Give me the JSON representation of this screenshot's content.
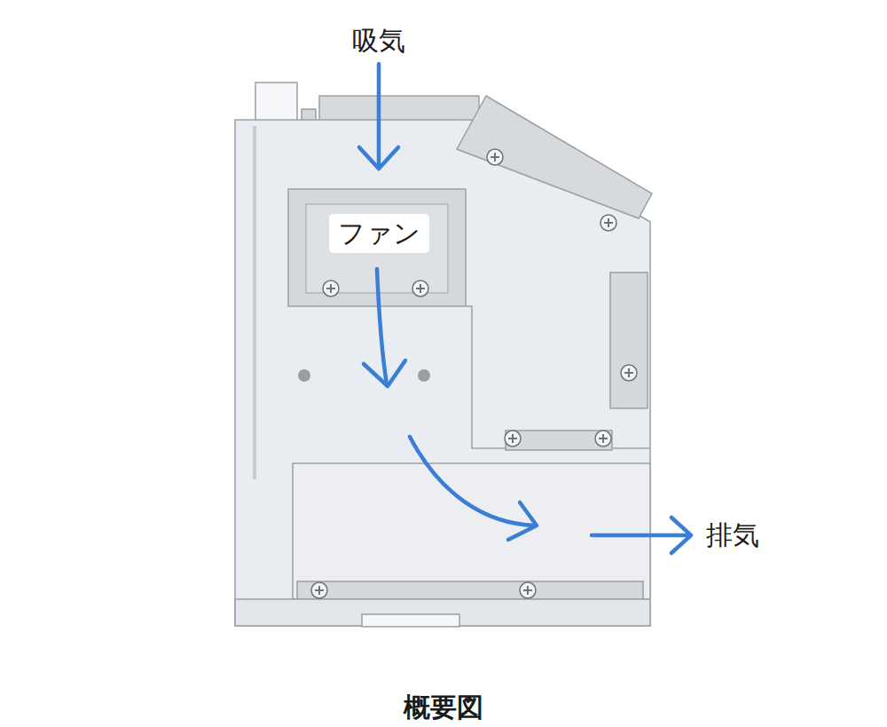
{
  "diagram": {
    "caption": "概要図",
    "nodes": [
      {
        "text": [
          "ファン"
        ]
      }
    ],
    "labels": [
      "吸気",
      "排気"
    ]
  }
}
